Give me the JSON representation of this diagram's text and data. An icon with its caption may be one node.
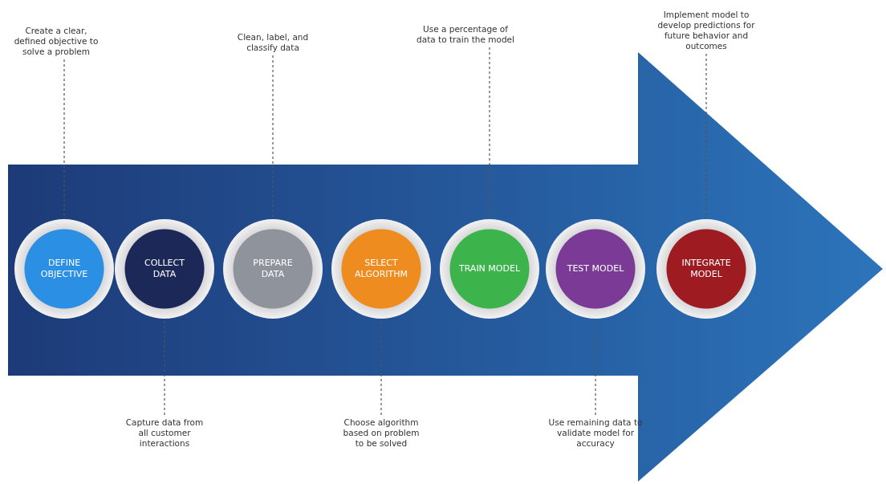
{
  "diagram": {
    "nodes": [
      {
        "text": [
          "DEFINE OBJECTIVE"
        ]
      },
      {
        "text": [
          "COLLECT DATA"
        ]
      },
      {
        "text": [
          "PREPARE DATA"
        ]
      },
      {
        "text": [
          "SELECT ALGORITHM"
        ]
      },
      {
        "text": [
          "TRAIN MODEL"
        ]
      },
      {
        "text": [
          "TEST MODEL"
        ]
      },
      {
        "text": [
          "INTEGRATE MODEL"
        ]
      },
      {
        "text": [
          "Create a clear, defined objective to solve a problem"
        ]
      },
      {
        "text": [
          "Clean, label, and classify data"
        ]
      },
      {
        "text": [
          "Use a percentage of data to train the model"
        ]
      },
      {
        "text": [
          "Implement model to develop predictions for future behavior and outcomes"
        ]
      },
      {
        "text": [
          "Capture data from all customer interactions"
        ]
      },
      {
        "text": [
          "Choose algorithm based on problem to be solved"
        ]
      },
      {
        "text": [
          "Use remaining data to validate model for accuracy"
        ]
      }
    ],
    "edges": [
      {
        "from": 7,
        "to": 0,
        "arrow": "none",
        "style": "dashed"
      },
      {
        "from": 8,
        "to": 2,
        "arrow": "none",
        "style": "dashed"
      },
      {
        "from": 9,
        "to": 4,
        "arrow": "none",
        "style": "dashed"
      },
      {
        "from": 10,
        "to": 6,
        "arrow": "none",
        "style": "dashed"
      },
      {
        "from": 11,
        "to": 1,
        "arrow": "none",
        "style": "dashed"
      },
      {
        "from": 12,
        "to": 3,
        "arrow": "none",
        "style": "dashed"
      },
      {
        "from": 13,
        "to": 5,
        "arrow": "none",
        "style": "dashed"
      }
    ]
  }
}
